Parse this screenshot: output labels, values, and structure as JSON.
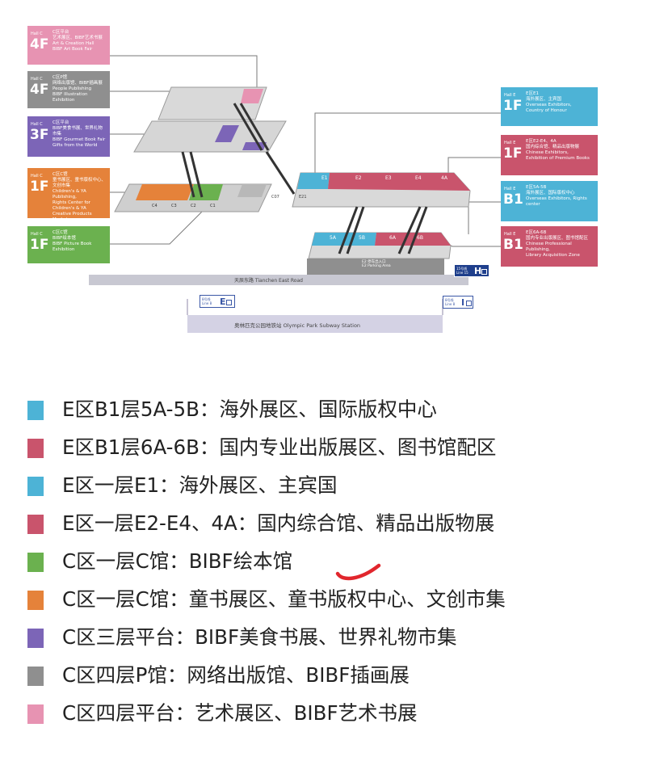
{
  "colors": {
    "blue": "#4db3d6",
    "crimson": "#c9546c",
    "green": "#6bb14f",
    "orange": "#e5823a",
    "purple": "#7c65b7",
    "gray": "#8f8f8f",
    "pink": "#e793b2",
    "road": "#c8c8d2",
    "hand_mark": "#e1262d"
  },
  "c_zone_cards": [
    {
      "color": "pink",
      "hall": "Hall C",
      "floor": "4F",
      "text": "C区平台\n艺术展区、BIBF艺术书展\nArt & Creation Hall\nBIBF Art Book Fair"
    },
    {
      "color": "gray",
      "hall": "Hall C",
      "floor": "4F",
      "text": "C区P馆\n网络出版馆、BIBF插画展\nPeople Publishing\nBIBF Illustration Exhibition"
    },
    {
      "color": "purple",
      "hall": "Hall C",
      "floor": "3F",
      "text": "C区平台\nBIBF美食书展、世界礼物市集\nBIBF Gourmet Book Fair\nGifts from the World"
    },
    {
      "color": "orange",
      "hall": "Hall C",
      "floor": "1F",
      "text": "C区C馆\n童书展区、童书版权中心、\n文创市集\nChildren's & YA Publishing,\nRights Center for Children's & YA\nCreative Products Market"
    },
    {
      "color": "green",
      "hall": "Hall C",
      "floor": "1F",
      "text": "C区C馆\nBIBF绘本馆\nBIBF Picture Book Exhibition"
    }
  ],
  "e_zone_cards": [
    {
      "color": "blue",
      "hall": "Hall E",
      "floor": "1F",
      "text": "E区E1\n海外展区、主宾国\nOverseas Exhibitors,\nCountry of Honour"
    },
    {
      "color": "crimson",
      "hall": "Hall E",
      "floor": "1F",
      "text": "E区E2-E4、4A\n国内综合馆、精品出版物展\nChinese Exhibitors,\nExhibition of Premium Books"
    },
    {
      "color": "blue",
      "hall": "Hall E",
      "floor": "B1",
      "text": "E区5A-5B\n海外展区、国际版权中心\nOverseas Exhibitors, Rights center"
    },
    {
      "color": "crimson",
      "hall": "Hall E",
      "floor": "B1",
      "text": "E区6A-6B\n国内专业出版展区、图书馆配区\nChinese Professional Publishing,\nLibrary Acquisition Zone"
    }
  ],
  "map": {
    "e1f_hall_labels": [
      "E1",
      "E2",
      "E3",
      "E4",
      "4A"
    ],
    "eb1_hall_labels": [
      "5A",
      "5B",
      "6A",
      "6B"
    ],
    "c1f_gate_labels": [
      "C4",
      "C3",
      "C2",
      "C1"
    ],
    "c_to_e_gates": [
      "C07",
      "E21"
    ],
    "road_label": "天辰东路 Tianchen East Road",
    "subway_label": "奥林匹克公园地铁站 Olympic Park Subway Station",
    "parking_label": "E2 停车出入口\nE2 Parking Area",
    "exit_e": {
      "letter": "E",
      "line": "8号线\nLine 8"
    },
    "exit_i": {
      "letter": "I",
      "line": "8号线\nLine 8"
    },
    "exit_h": {
      "letter": "H",
      "line": "15号线\nLine 15"
    }
  },
  "legend": [
    {
      "color": "blue",
      "text": "E区B1层5A-5B：海外展区、国际版权中心"
    },
    {
      "color": "crimson",
      "text": "E区B1层6A-6B：国内专业出版展区、图书馆配区"
    },
    {
      "color": "blue",
      "text": "E区一层E1：海外展区、主宾国"
    },
    {
      "color": "crimson",
      "text": "E区一层E2-E4、4A：国内综合馆、精品出版物展"
    },
    {
      "color": "green",
      "text": "C区一层C馆：BIBF绘本馆"
    },
    {
      "color": "orange",
      "text": "C区一层C馆：童书展区、童书版权中心、文创市集"
    },
    {
      "color": "purple",
      "text": "C区三层平台：BIBF美食书展、世界礼物市集"
    },
    {
      "color": "gray",
      "text": "C区四层P馆：网络出版馆、BIBF插画展"
    },
    {
      "color": "pink",
      "text": "C区四层平台：艺术展区、BIBF艺术书展"
    }
  ]
}
